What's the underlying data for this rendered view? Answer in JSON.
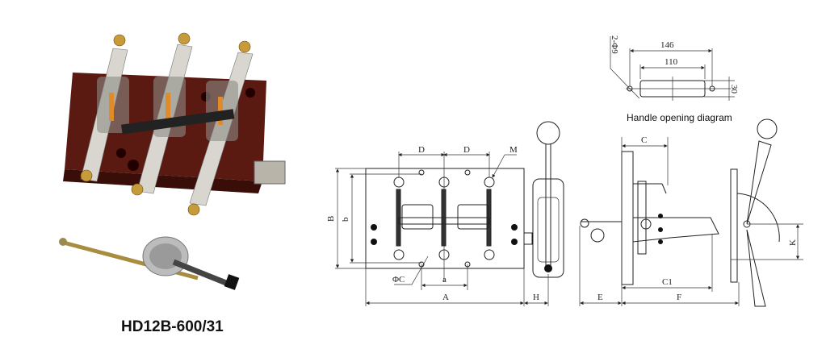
{
  "product": {
    "model": "HD12B-600/31"
  },
  "handle_diagram": {
    "caption": "Handle opening diagram",
    "holes": "2-Φ9",
    "dim_outer": "146",
    "dim_inner": "110",
    "dim_height": "30"
  },
  "front_view": {
    "labels": {
      "D1": "D",
      "D2": "D",
      "M": "M",
      "B": "B",
      "b": "b",
      "C": "ΦC",
      "a": "a",
      "A": "A",
      "H": "H"
    }
  },
  "side_view": {
    "labels": {
      "C": "C",
      "C1": "C1",
      "E": "E",
      "F": "F",
      "K": "K"
    }
  },
  "colors": {
    "board": "#5a1a12",
    "metal": "#c9c6bf",
    "brass": "#c79a3a"
  }
}
